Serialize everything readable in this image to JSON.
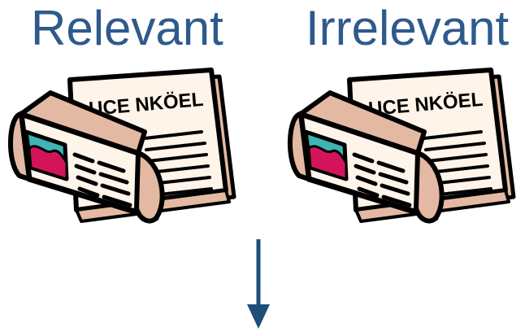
{
  "headings": {
    "relevant": "Relevant",
    "irrelevant": "Irrelevant"
  },
  "newspaper": {
    "masthead_text": "UCE NKÖEL"
  },
  "colors": {
    "heading_text": "#2E5A8C",
    "arrow": "#1F4E7A",
    "paper_light": "#FFF4EA",
    "paper_shadow": "#E4B9A4",
    "outline": "#000000",
    "picture_teal": "#3FB4B4",
    "picture_magenta": "#D4145A"
  },
  "icons": {
    "left_clipart": "newspaper-icon",
    "right_clipart": "newspaper-icon",
    "arrow": "arrow-down-icon"
  }
}
